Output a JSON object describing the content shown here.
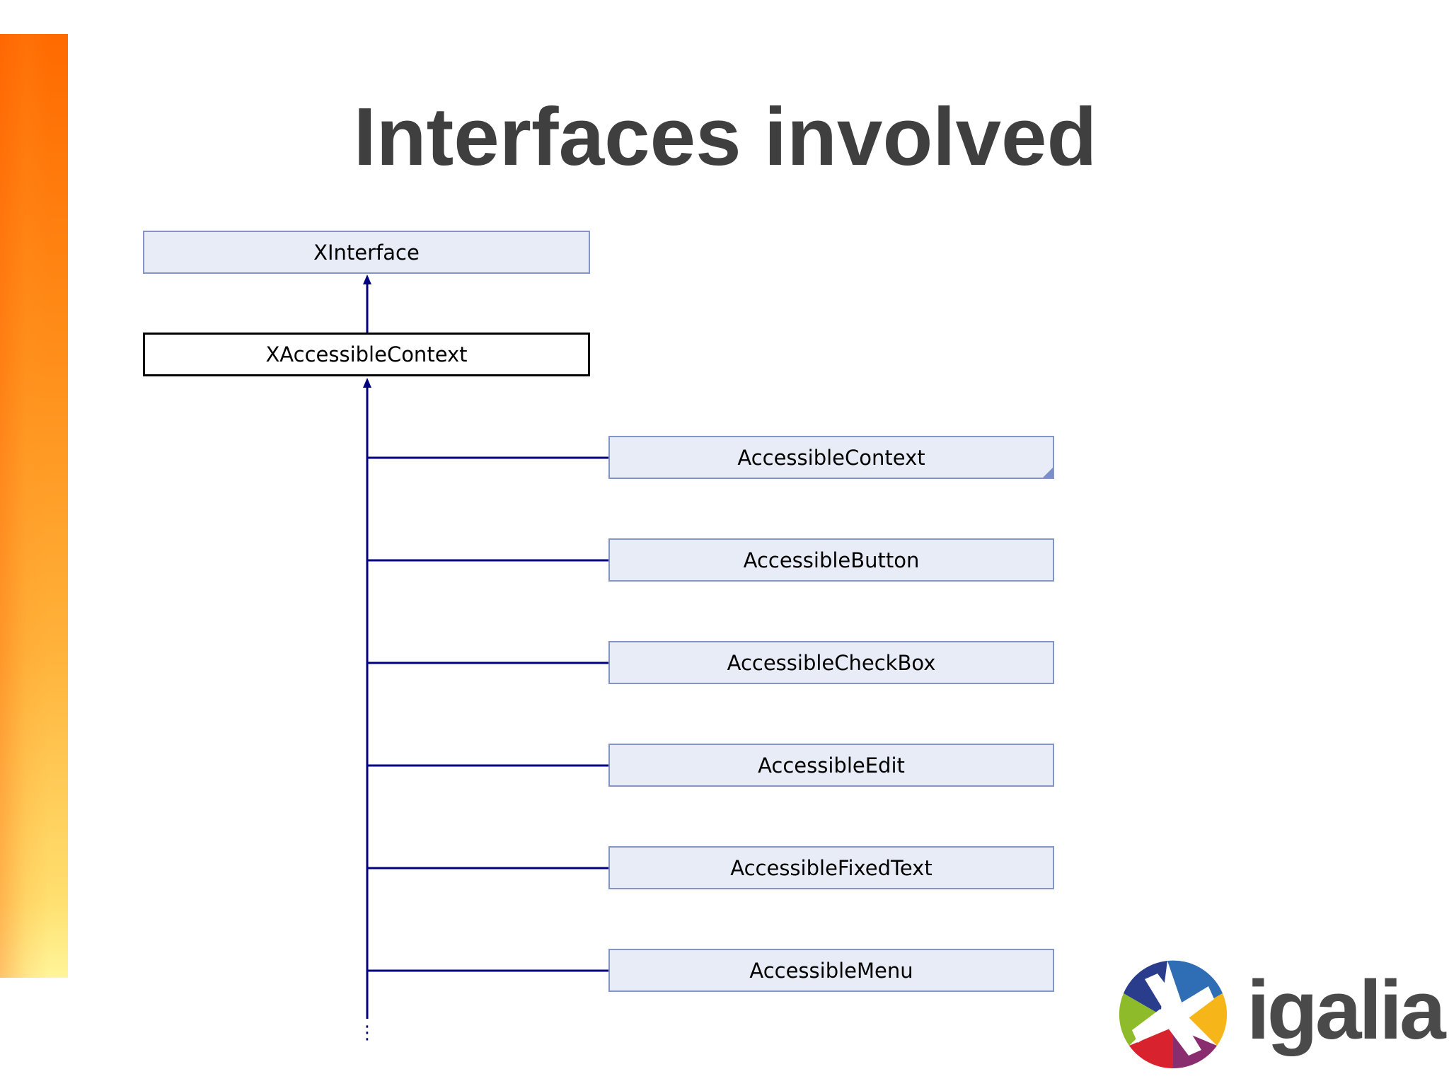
{
  "slide": {
    "title": "Interfaces involved"
  },
  "diagram": {
    "root": "XInterface",
    "current": "XAccessibleContext",
    "children": [
      "AccessibleContext",
      "AccessibleButton",
      "AccessibleCheckBox",
      "AccessibleEdit",
      "AccessibleFixedText",
      "AccessibleMenu"
    ],
    "continuation": "⋮",
    "colors": {
      "line": "#000080",
      "box_fill": "#e8ecf6",
      "box_border": "#8494c8"
    }
  },
  "brand": {
    "logo_text": "igalia"
  }
}
